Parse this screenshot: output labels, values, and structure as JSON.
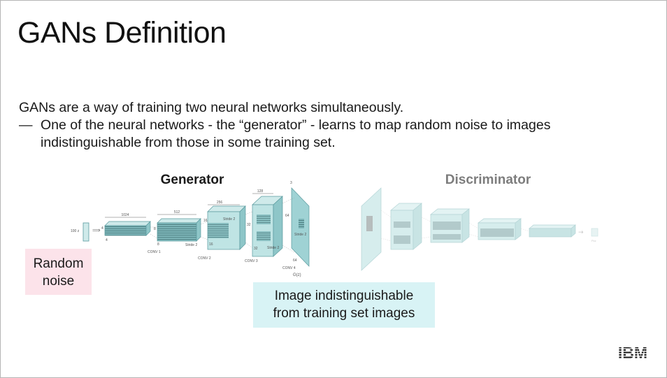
{
  "slide": {
    "title": "GANs Definition",
    "line1": "GANs are a way of training two neural networks simultaneously.",
    "bullet_dash": "—",
    "bullet": "One of the neural networks - the “generator” - learns to map random noise to images",
    "bullet_cont": "indistinguishable from those in some training set."
  },
  "diagram": {
    "generator_label": "Generator",
    "discriminator_label": "Discriminator",
    "input_label": "100 z",
    "dims": {
      "d1024": "1024",
      "d512": "512",
      "d256": "256",
      "d128": "128",
      "d64": "64",
      "d3": "3",
      "d4a": "4",
      "d4b": "4",
      "d8a": "8",
      "d8b": "8",
      "d16a": "16",
      "d16b": "16",
      "d32a": "32",
      "d32b": "32",
      "d64b": "64"
    },
    "layer_labels": {
      "conv1": "CONV 1",
      "conv2": "CONV 2",
      "conv3": "CONV 3",
      "conv4": "CONV 4"
    },
    "stride_label": "Stride 2",
    "output_label": "G(z)",
    "disc_out_label": "Pzz",
    "colors": {
      "generator_fill": "#a8dcdc",
      "generator_stroke": "#5a9a9e",
      "discriminator_fill": "#cfeaea",
      "discriminator_stroke": "#a7cdcf",
      "noise_bg": "#fce3ea",
      "image_bg": "#d8f3f5"
    }
  },
  "callouts": {
    "noise_line1": "Random",
    "noise_line2": "noise",
    "image_line1": "Image indistinguishable",
    "image_line2": "from training set images"
  },
  "logo": {
    "text": "IBM"
  }
}
